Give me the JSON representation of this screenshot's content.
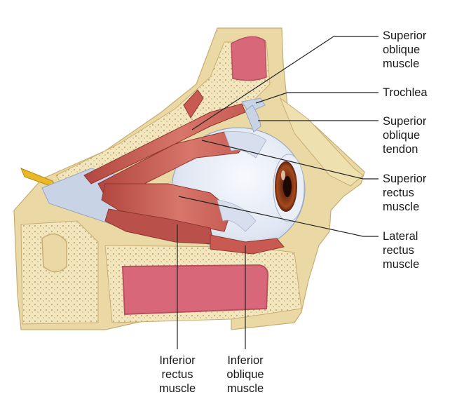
{
  "labels": {
    "superior_oblique_muscle": [
      "Superior",
      "oblique",
      "muscle"
    ],
    "trochlea": [
      "Trochlea"
    ],
    "superior_oblique_tendon": [
      "Superior",
      "oblique",
      "tendon"
    ],
    "superior_rectus_muscle": [
      "Superior",
      "rectus",
      "muscle"
    ],
    "lateral_rectus_muscle": [
      "Lateral",
      "rectus",
      "muscle"
    ],
    "inferior_rectus_muscle": [
      "Inferior",
      "rectus",
      "muscle"
    ],
    "inferior_oblique_muscle": [
      "Inferior",
      "oblique",
      "muscle"
    ]
  },
  "colors": {
    "bone": "#ead9a4",
    "bone_marrow": "#f1e3b6",
    "sinus": "#d9677a",
    "muscle": "#c95a52",
    "tendon": "#c9d3e6",
    "nerve": "#e8b828",
    "sclera": "#e9eef7",
    "iris": "#8a3a1c",
    "leader_line": "#222222"
  },
  "icons": [
    "eye-anatomy-illustration"
  ]
}
